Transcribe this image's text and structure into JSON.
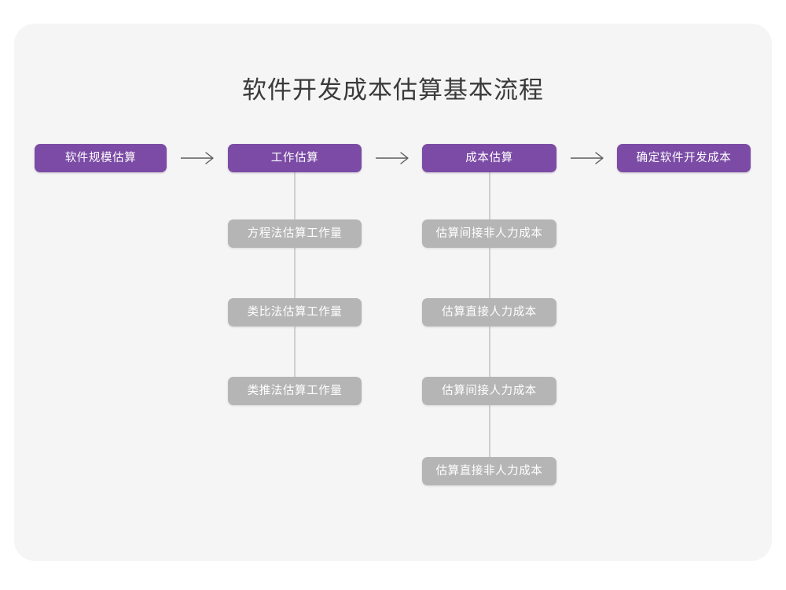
{
  "page": {
    "title": "软件开发成本估算基本流程",
    "background_color": "#ffffff",
    "card_color": "#f5f5f5",
    "accent_color": "#7b4ba5",
    "secondary_color": "#b5b5b5",
    "title_color": "#3a3a3a",
    "connector_color": "#cfcfcf"
  },
  "flow": {
    "main_steps": [
      {
        "label": "软件规模估算"
      },
      {
        "label": "工作估算"
      },
      {
        "label": "成本估算"
      },
      {
        "label": "确定软件开发成本"
      }
    ],
    "arrows": [
      {
        "name": "arrow-1-to-2",
        "glyph": "→"
      },
      {
        "name": "arrow-2-to-3",
        "glyph": "→"
      },
      {
        "name": "arrow-3-to-4",
        "glyph": "→"
      }
    ],
    "work_estimation_methods": [
      {
        "label": "方程法估算工作量"
      },
      {
        "label": "类比法估算工作量"
      },
      {
        "label": "类推法估算工作量"
      }
    ],
    "cost_estimation_items": [
      {
        "label": "估算间接非人力成本"
      },
      {
        "label": "估算直接人力成本"
      },
      {
        "label": "估算间接人力成本"
      },
      {
        "label": "估算直接非人力成本"
      }
    ]
  }
}
